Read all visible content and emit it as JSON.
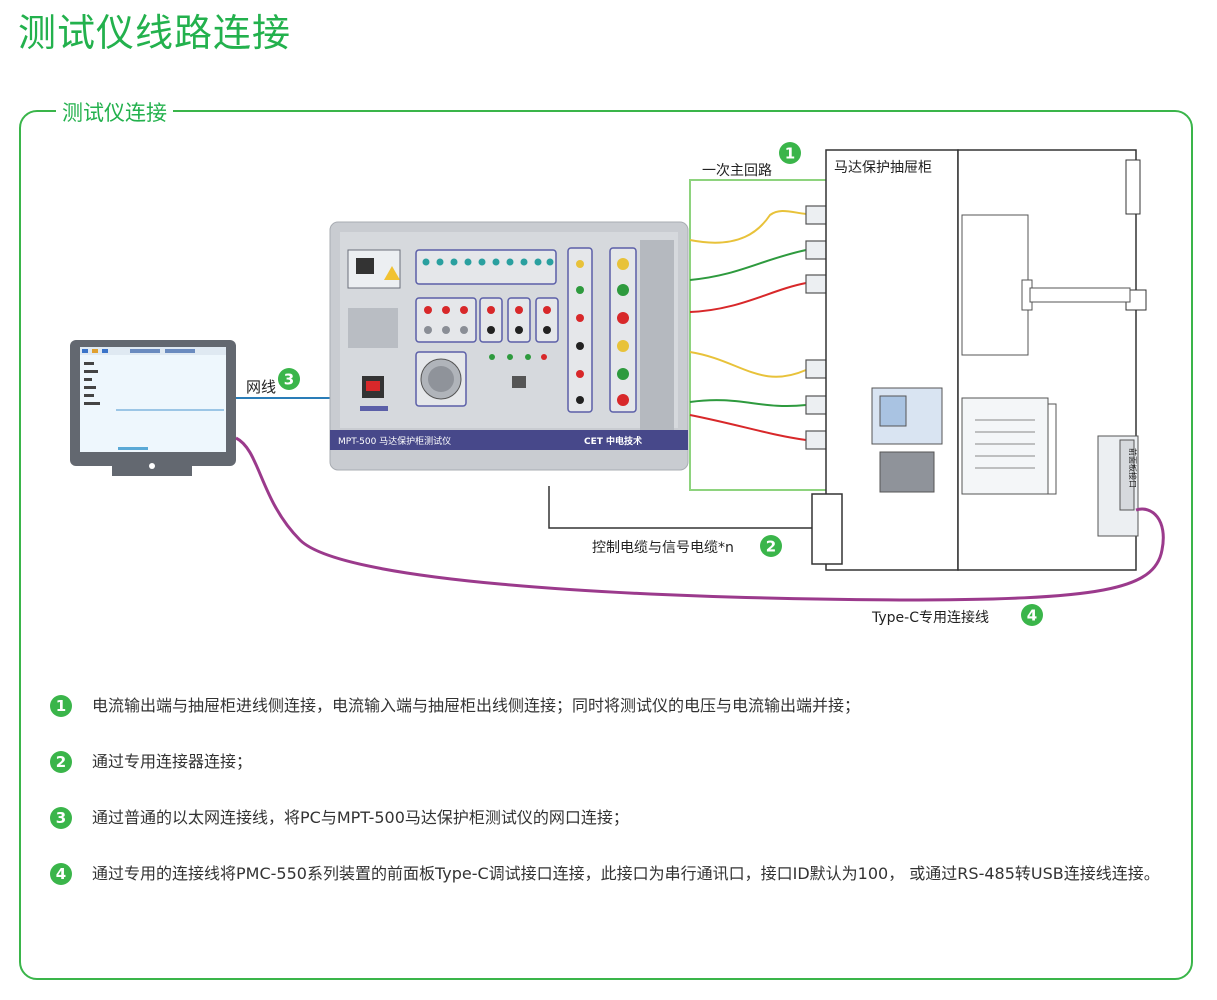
{
  "page": {
    "title": "测试仪线路连接",
    "section_label": "测试仪连接"
  },
  "diagram": {
    "label_primary_loop": "一次主回路",
    "label_cabinet": "马达保护抽屉柜",
    "label_network": "网线",
    "label_control_cable": "控制电缆与信号电缆*n",
    "label_typec": "Type-C专用连接线",
    "badge_1": "1",
    "badge_2": "2",
    "badge_3": "3",
    "badge_4": "4",
    "tester_name": "MPT-500 马达保护柜测试仪",
    "tester_brand": "CET 中电技术",
    "cabinet_module_label": "前面板接口",
    "colors": {
      "accent": "#3ab54a",
      "typec_cable": "#9b3a8c",
      "wire_yellow": "#e8c23a",
      "wire_green": "#2e9a3e",
      "wire_red": "#d8282a"
    }
  },
  "descriptions": [
    {
      "num": "1",
      "text": "电流输出端与抽屉柜进线侧连接，电流输入端与抽屉柜出线侧连接；同时将测试仪的电压与电流输出端并接；"
    },
    {
      "num": "2",
      "text": "通过专用连接器连接；"
    },
    {
      "num": "3",
      "text": "通过普通的以太网连接线，将PC与MPT-500马达保护柜测试仪的网口连接；"
    },
    {
      "num": "4",
      "text": "通过专用的连接线将PMC-550系列装置的前面板Type-C调试接口连接，此接口为串行通讯口，接口ID默认为100， 或通过RS-485转USB连接线连接。"
    }
  ]
}
